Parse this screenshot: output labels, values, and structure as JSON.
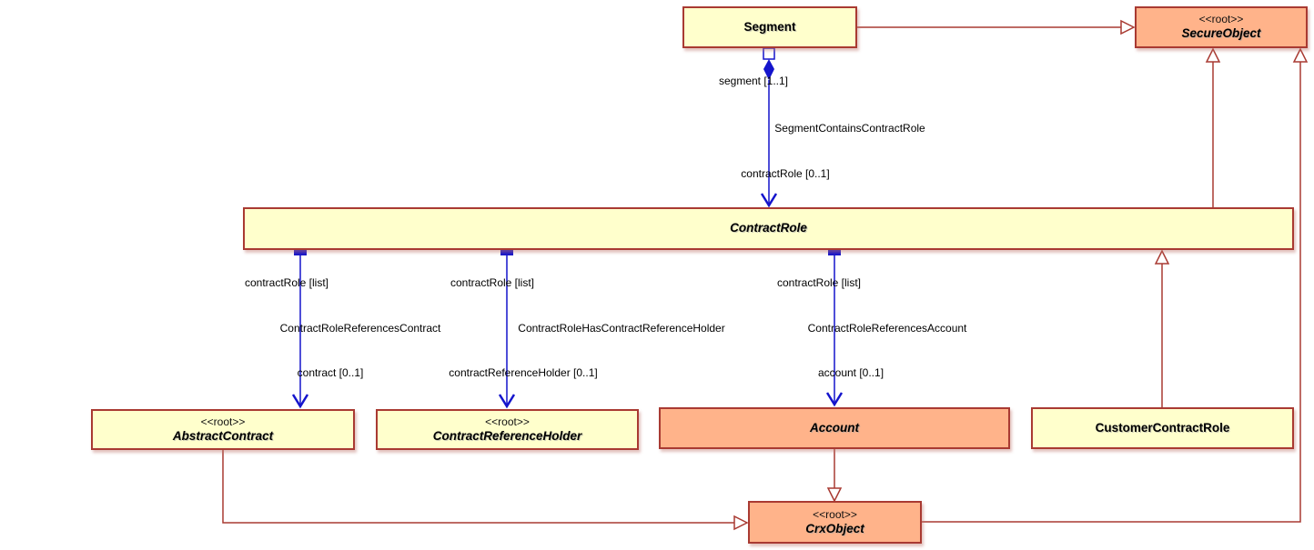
{
  "diagram": {
    "classes": {
      "segment": {
        "name": "Segment"
      },
      "secure_object": {
        "stereotype": "<<root>>",
        "name": "SecureObject"
      },
      "contract_role": {
        "name": "ContractRole"
      },
      "abstract_contract": {
        "stereotype": "<<root>>",
        "name": "AbstractContract"
      },
      "contract_reference_holder": {
        "stereotype": "<<root>>",
        "name": "ContractReferenceHolder"
      },
      "account": {
        "name": "Account"
      },
      "customer_contract_role": {
        "name": "CustomerContractRole"
      },
      "crx_object": {
        "stereotype": "<<root>>",
        "name": "CrxObject"
      }
    },
    "associations": {
      "segment_contains_contract_role": {
        "name": "SegmentContainsContractRole",
        "source_role": "segment [1..1]",
        "target_role": "contractRole [0..1]"
      },
      "contract_role_references_contract": {
        "name": "ContractRoleReferencesContract",
        "source_role": "contractRole [list]",
        "target_role": "contract [0..1]"
      },
      "contract_role_has_contract_reference_holder": {
        "name": "ContractRoleHasContractReferenceHolder",
        "source_role": "contractRole [list]",
        "target_role": "contractReferenceHolder [0..1]"
      },
      "contract_role_references_account": {
        "name": "ContractRoleReferencesAccount",
        "source_role": "contractRole [list]",
        "target_role": "account [0..1]"
      }
    },
    "colors": {
      "class_fill": "#FFFFCC",
      "root_class_fill": "#FFB38A",
      "border_and_generalization": "#A93A32",
      "association_blue": "#1414CC"
    }
  }
}
